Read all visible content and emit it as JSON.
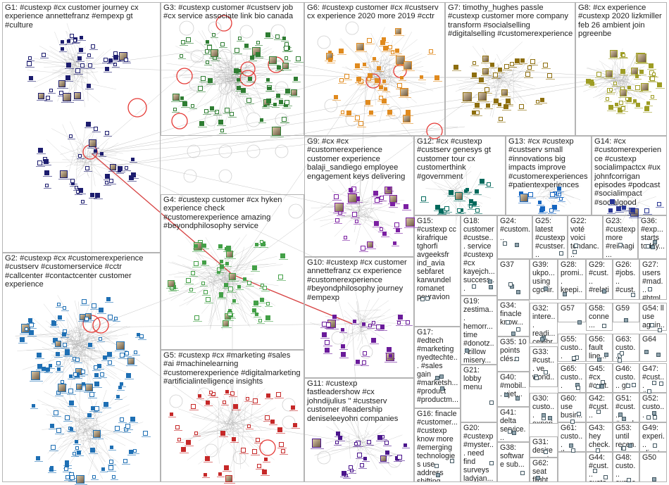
{
  "title": "",
  "colors": {
    "G1": "#1c1c6e",
    "G2": "#1e6fb4",
    "G3": "#2e7d32",
    "G4": "#43a047",
    "G5": "#c62828",
    "G6": "#e08a1e",
    "G7": "#8d6e0e",
    "G8": "#9e9d24",
    "G9": "#7b1fa2",
    "G10": "#6a1b9a",
    "G11": "#4a148c",
    "G12": "#00695c",
    "G13": "#1565c0",
    "G14": "#283593",
    "other": "#455a64",
    "edge": "#9e9e9e",
    "edge_red": "#d32f2f",
    "ring": "#cfcfcf",
    "ring_red": "#e53935"
  },
  "groups": [
    {
      "id": "G1",
      "label": "G1: #custexp #cx customer journey cx experience annettefranz #empexp gt #culture"
    },
    {
      "id": "G3",
      "label": "G3: #custexp customer #custserv job #cx service associate link bio canada"
    },
    {
      "id": "G6",
      "label": "G6: #custexp customer #cx #custserv cx experience 2020 more 2019 #cctr"
    },
    {
      "id": "G7",
      "label": "G7: timothy_hughes passle #custexp customer more company transform #socialselling #digitalselling #customerexperience"
    },
    {
      "id": "G8",
      "label": "G8: #cx experience #custexp 2020 lizkmiller feb 26 ambient join pgreenbe"
    },
    {
      "id": "G9",
      "label": "G9: #cx #cx #customerexperience customer experience balaji_sandiego employee engagement keys delivering"
    },
    {
      "id": "G12",
      "label": "G12: #cx #custexp #custserv genesys gt customer tour cx customerthink #government"
    },
    {
      "id": "G13",
      "label": "G13: #cx #custexp #custserv small #innovations big impacts improve #customerexperiences #patientexperiences"
    },
    {
      "id": "G14",
      "label": "G14: #cx #customerexperience #custexp socialimpactcx #ux johnfcorrigan episodes #podcast #socialimpact #socialgood"
    },
    {
      "id": "G4",
      "label": "G4: #custexp customer #cx hyken experience check #customerexperience amazing #beyondphilosophy service"
    },
    {
      "id": "G2",
      "label": "G2: #custexp #cx #customerexperience #custserv #customerservice #cctr #callcenter #contactcenter customer experience"
    },
    {
      "id": "G10",
      "label": "G10: #custexp #cx customer annettefranz cx experience #customerexperience #beyondphilosophy journey #empexp"
    },
    {
      "id": "G5",
      "label": "G5: #custexp #cx #marketing #sales #ai #machinelearning #customerexperience #digitalmarketing #artificialintelligence insights"
    },
    {
      "id": "G11",
      "label": "G11: #custexp fastleadershow #cx johndijulius \" #custserv customer #leadership deniseleeyohn companies"
    },
    {
      "id": "G15",
      "label": "G15: #custexp cc kirafrique tghorfi avgeeksfr ind_avia sebfaret karwundel romanet peuravion"
    },
    {
      "id": "G18",
      "label": "G18: customer #custse... service #custexp #cx kayejch... success..."
    },
    {
      "id": "G24",
      "label": "G24: #custom..."
    },
    {
      "id": "G25",
      "label": "G25: latest #custexp #custser..."
    },
    {
      "id": "G22",
      "label": "G22: voté voici tendanc... #relatio..."
    },
    {
      "id": "G23",
      "label": "G23: #custexp more #reimagi..."
    },
    {
      "id": "G36",
      "label": "G36: #exp... starts today..."
    },
    {
      "id": "G37",
      "label": "G37"
    },
    {
      "id": "G39",
      "label": "G39: ukpo... using cgchir..."
    },
    {
      "id": "G28",
      "label": "G28: promi... keepi... custo..."
    },
    {
      "id": "G29",
      "label": "G29: #cust... #relati... #expe..."
    },
    {
      "id": "G26",
      "label": "G26: #jobs... #cust... custo..."
    },
    {
      "id": "G27",
      "label": "G27: users #mad... #html..."
    },
    {
      "id": "G19",
      "label": "G19: zestima... hemorr... time #donotz... zillow misery..."
    },
    {
      "id": "G34",
      "label": "G34: finacle know..."
    },
    {
      "id": "G32",
      "label": "G32: intere... readi... celebr..."
    },
    {
      "id": "G57",
      "label": "G57"
    },
    {
      "id": "G58",
      "label": "G58: conne... custo..."
    },
    {
      "id": "G59",
      "label": "G59"
    },
    {
      "id": "G54",
      "label": "G54: ll use again..."
    },
    {
      "id": "G17",
      "label": "G17: #edtech #marketing nyedtechte... #sales gain #marketsh... #product #productm..."
    },
    {
      "id": "G35",
      "label": "G35: 10 points clés..."
    },
    {
      "id": "G33",
      "label": "G33: #cust... ve wond..."
    },
    {
      "id": "G55",
      "label": "G55: custo..."
    },
    {
      "id": "G56",
      "label": "G56: fault line..."
    },
    {
      "id": "G63",
      "label": "G63: custo..."
    },
    {
      "id": "G64",
      "label": "G64"
    },
    {
      "id": "G21",
      "label": "G21: lobby menu"
    },
    {
      "id": "G40",
      "label": "G40: #mobil... ujet..."
    },
    {
      "id": "G65",
      "label": "G65: custo... experi..."
    },
    {
      "id": "G45",
      "label": "G45: #cx #cust..."
    },
    {
      "id": "G46",
      "label": "G46: custo... gt"
    },
    {
      "id": "G47",
      "label": "G47: #cust... #eco..."
    },
    {
      "id": "G30",
      "label": "G30: custo... experi... 'good'"
    },
    {
      "id": "G60",
      "label": "G60: use busin..."
    },
    {
      "id": "G42",
      "label": "G42: #cust..."
    },
    {
      "id": "G51",
      "label": "G51: #cust... #msd..."
    },
    {
      "id": "G52",
      "label": "G52: custo..."
    },
    {
      "id": "G16",
      "label": "G16: finacle #customer... #custexp know more #emerging technologies use address shifting"
    },
    {
      "id": "G41",
      "label": "G41: delta service..."
    },
    {
      "id": "G20",
      "label": "G20: #custexp #myster... need find surveys ladyjan..."
    },
    {
      "id": "G61",
      "label": "G61: custo... three..."
    },
    {
      "id": "G43",
      "label": "G43: hey check..."
    },
    {
      "id": "G53",
      "label": "G53: until recen..."
    },
    {
      "id": "G49",
      "label": "G49: experi... client..."
    },
    {
      "id": "G38",
      "label": "G38: software sub..."
    },
    {
      "id": "G31",
      "label": "G31: desire create uniqu..."
    },
    {
      "id": "G62",
      "label": "G62: seat flight"
    },
    {
      "id": "G44",
      "label": "G44: #cust... custo..."
    },
    {
      "id": "G48",
      "label": "G48: custo... expec..."
    },
    {
      "id": "G50",
      "label": "G50"
    }
  ]
}
